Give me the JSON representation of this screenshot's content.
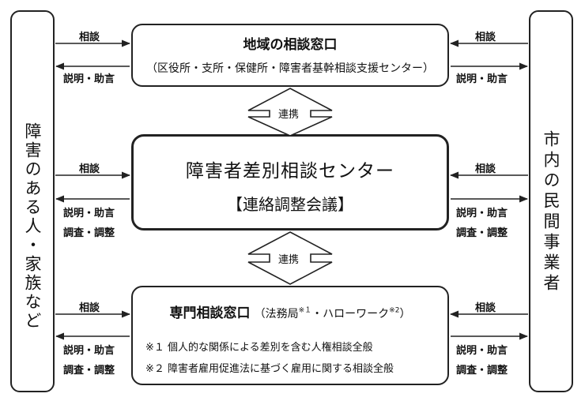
{
  "left_panel": {
    "label": "障害のある人・家族など"
  },
  "right_panel": {
    "label": "市内の民間事業者"
  },
  "top_box": {
    "title": "地域の相談窓口",
    "subtitle": "（区役所・支所・保健所・障害者基幹相談支援センター）"
  },
  "center_box": {
    "title": "障害者差別相談センター",
    "subtitle": "【連絡調整会議】"
  },
  "bottom_box": {
    "title": "専門相談窓口",
    "subtitle_a": "（法務局",
    "sup_1": "※１",
    "subtitle_b": "・ハローワーク",
    "sup_2": "※2",
    "subtitle_c": "）",
    "note_1": "※１ 個人的な関係による差別を含む人権相談全般",
    "note_2": "※２ 障害者雇用促進法に基づく雇用に関する相談全般"
  },
  "arrows": {
    "consult": "相談",
    "advice": "説明・助言",
    "investigate": "調査・調整",
    "link": "連携"
  }
}
